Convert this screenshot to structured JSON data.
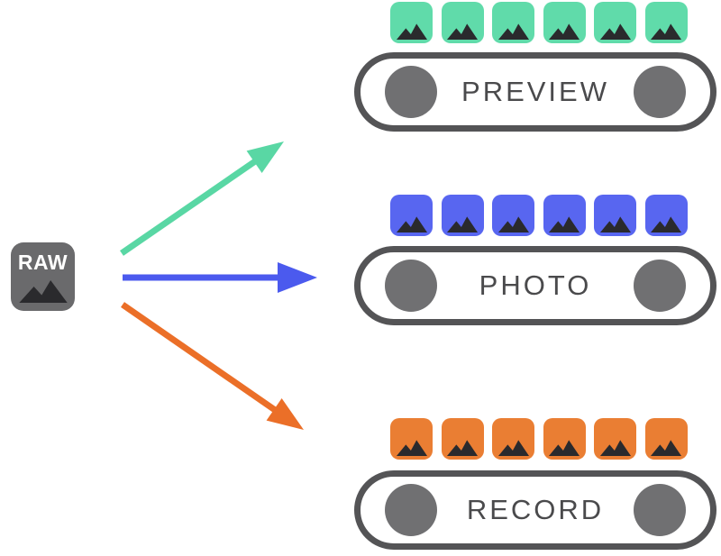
{
  "canvas": {
    "background": "#FFFFFF"
  },
  "source": {
    "label": "RAW",
    "box_color": "#6A6A6C",
    "label_color": "#FFFFFF",
    "mountain_color": "#2A2A2D"
  },
  "pill_style": {
    "border_color": "#545456",
    "circle_color": "#707072",
    "label_color": "#4A4A4C"
  },
  "pipelines": [
    {
      "label": "PREVIEW",
      "frame_count": 6,
      "frame_color": "#60DBAA",
      "arrow_color": "#59D7A4",
      "mountain_color": "#2A2A2D"
    },
    {
      "label": "PHOTO",
      "frame_count": 6,
      "frame_color": "#5866F0",
      "arrow_color": "#4B5AEE",
      "mountain_color": "#2A2A2D"
    },
    {
      "label": "RECORD",
      "frame_count": 6,
      "frame_color": "#EA7E33",
      "arrow_color": "#EB6F28",
      "mountain_color": "#2A2A2D"
    }
  ]
}
